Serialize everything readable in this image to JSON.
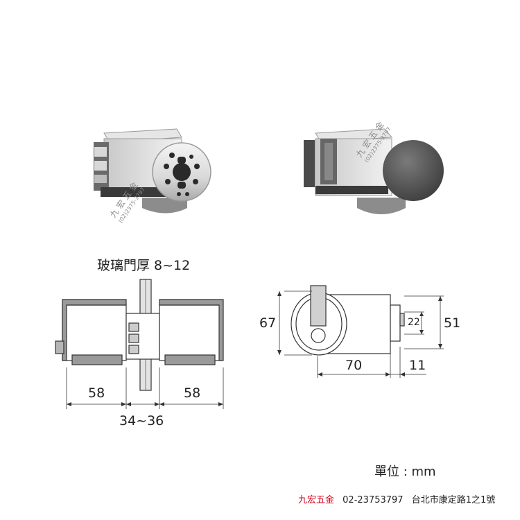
{
  "title": "玻璃門厚 8~12",
  "dimensions": {
    "left_width": "58",
    "right_width": "58",
    "overall_width": "34~36",
    "side_height": "67",
    "side_length": "70",
    "side_offset": "11",
    "side_total_height": "51",
    "side_slot": "22"
  },
  "unit_note": "單位 : mm",
  "watermark": {
    "name": "九 宏 五 金",
    "phone": "(02)2375-3797"
  },
  "footer": {
    "brand": "九宏五金",
    "phone": "02-23753797",
    "address": "台北市康定路1之1號"
  },
  "colors": {
    "brand_red": "#d0021b",
    "line": "#333333",
    "fill_gray": "#9a9a9a",
    "dark_gray": "#555555"
  }
}
